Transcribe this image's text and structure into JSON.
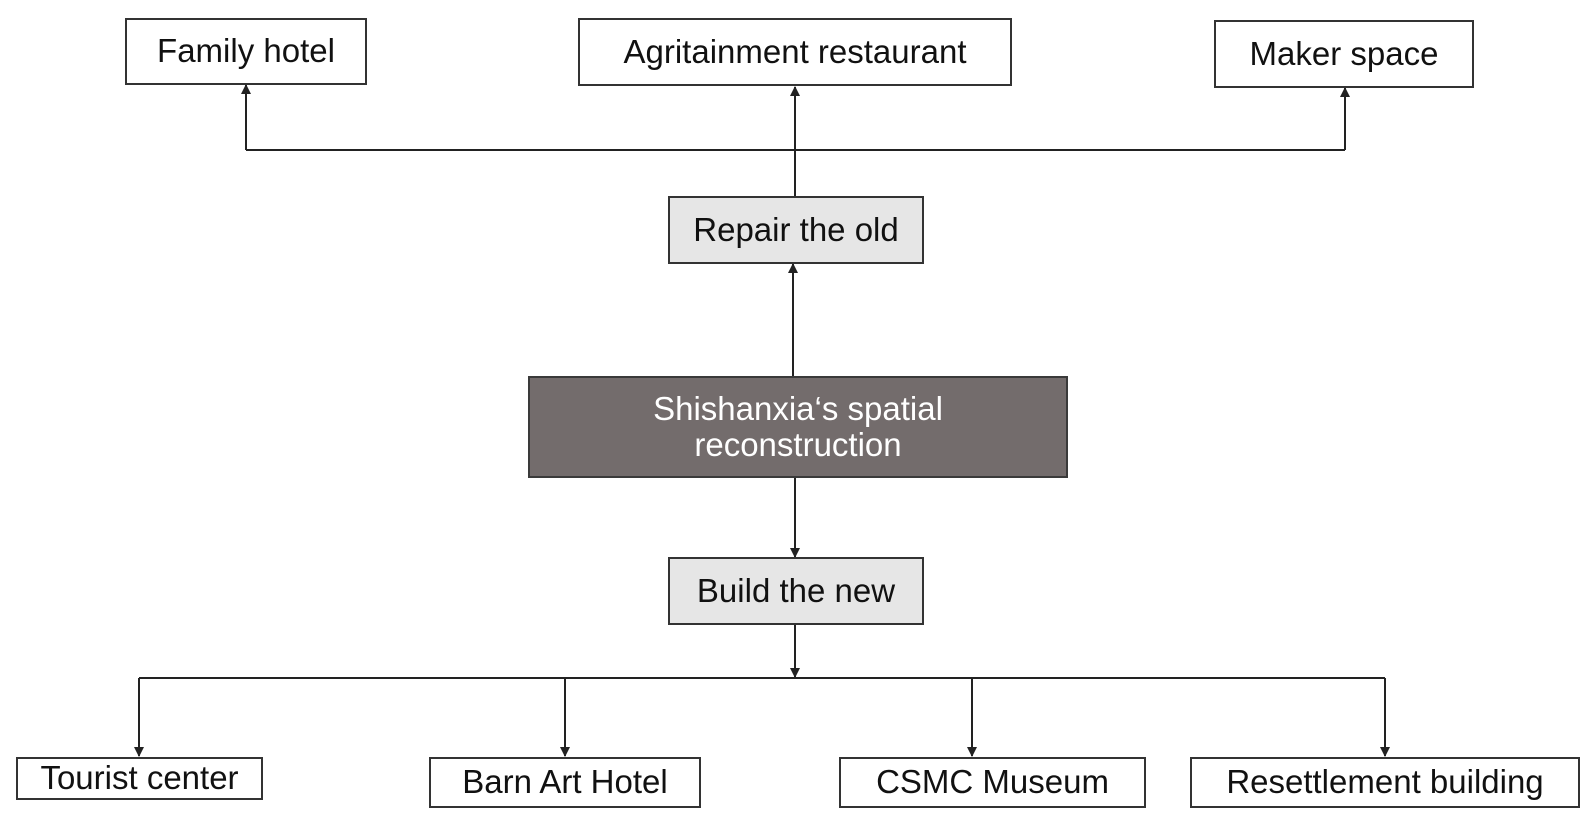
{
  "diagram": {
    "center": {
      "line1": "Shishanxia‘s spatial",
      "line2": "reconstruction"
    },
    "repair": {
      "label": "Repair the old"
    },
    "build": {
      "label": "Build the new"
    },
    "top_nodes": [
      "Family hotel",
      "Agritainment restaurant",
      "Maker space"
    ],
    "bottom_nodes": [
      "Tourist center",
      "Barn Art Hotel",
      "CSMC Museum",
      "Resettlement building"
    ],
    "colors": {
      "center_fill": "#736c6c",
      "mid_fill": "#e6e6e6",
      "line": "#222222"
    }
  }
}
